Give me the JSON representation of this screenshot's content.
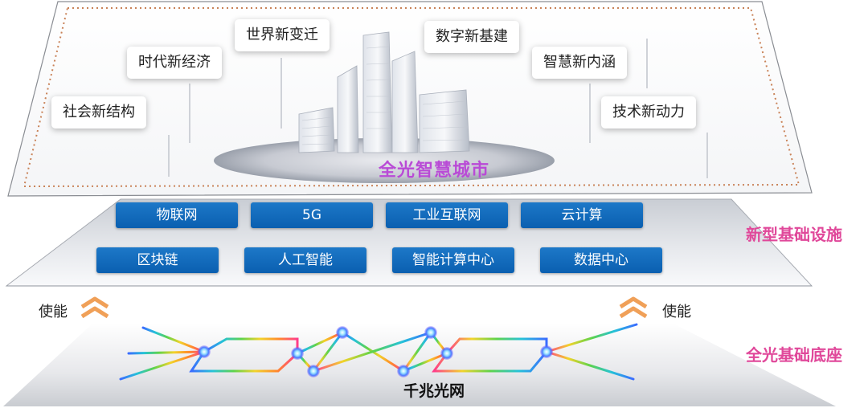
{
  "city": {
    "title": "全光智慧城市",
    "tags": [
      "社会新结构",
      "时代新经济",
      "世界新变迁",
      "数字新基建",
      "智慧新内涵",
      "技术新动力"
    ]
  },
  "infrastructure": {
    "label": "新型基础设施",
    "row1": [
      "物联网",
      "5G",
      "工业互联网",
      "云计算"
    ],
    "row2": [
      "区块链",
      "人工智能",
      "智能计算中心",
      "数据中心"
    ]
  },
  "base": {
    "label": "全光基础底座",
    "enable_left": "使能",
    "enable_right": "使能",
    "network_label": "千兆光网"
  },
  "colors": {
    "accent_pink": "#e0489a",
    "city_title": "#b94bd6",
    "chip_blue": "#0a5fb0",
    "chevron": "#f0a058"
  }
}
